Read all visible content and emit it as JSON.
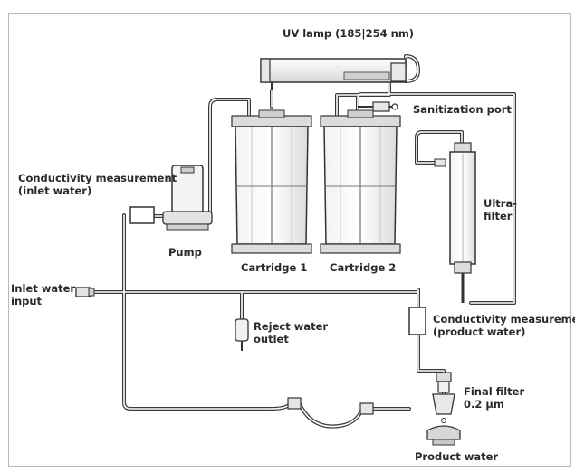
{
  "labels": {
    "uv_lamp": "UV lamp (185|254 nm)",
    "sanitization_port": "Sanitization port",
    "conductivity_inlet_1": "Conductivity measurement",
    "conductivity_inlet_2": "(inlet water)",
    "pump": "Pump",
    "cartridge_1": "Cartridge 1",
    "cartridge_2": "Cartridge 2",
    "ultrafilter_1": "Ultra-",
    "ultrafilter_2": "filter",
    "inlet_water_1": "Inlet water",
    "inlet_water_2": "input",
    "reject_water_1": "Reject water",
    "reject_water_2": "outlet",
    "conductivity_product_1": "Conductivity measurement",
    "conductivity_product_2": "(product water)",
    "final_filter_1": "Final filter",
    "final_filter_2": "0.2 µm",
    "product_water": "Product water"
  }
}
